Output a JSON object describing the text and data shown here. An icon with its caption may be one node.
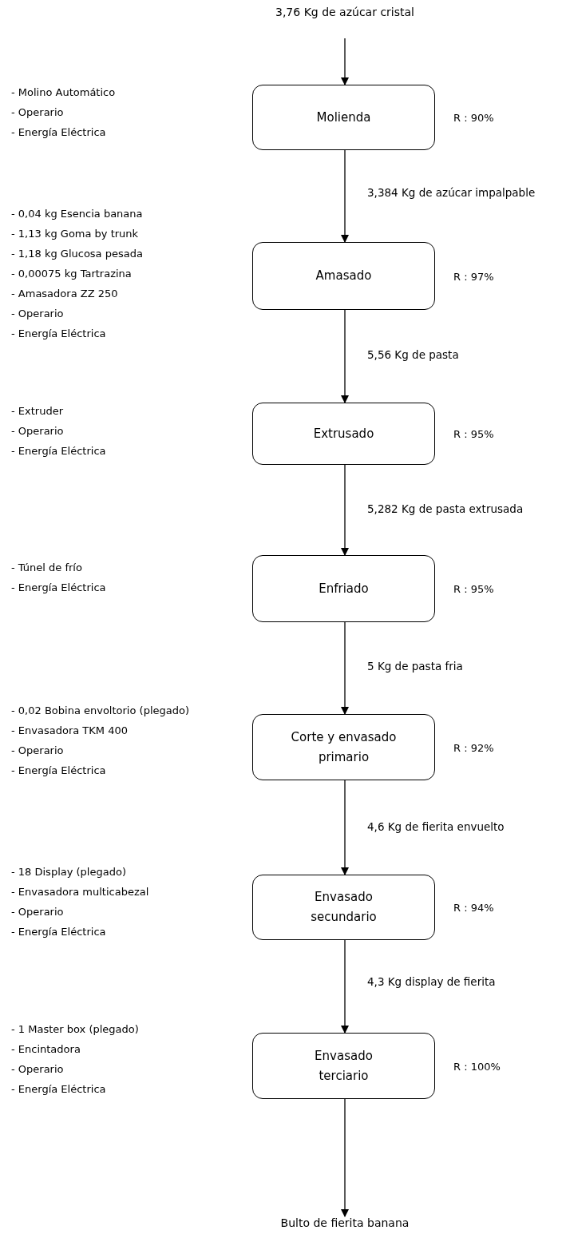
{
  "diagram": {
    "nodes": [
      {
        "text": [
          "3,76 Kg de azúcar cristal"
        ]
      },
      {
        "text": [
          "Molienda"
        ],
        "beside": [
          "- Molino Automático",
          "- Operario",
          "- Energía Eléctrica",
          "R : 90%"
        ]
      },
      {
        "text": [
          "Amasado"
        ],
        "beside": [
          "- 0,04 kg Esencia banana",
          "- 1,13 kg Goma by trunk",
          "- 1,18 kg Glucosa pesada",
          "- 0,00075 kg Tartrazina",
          "- Amasadora ZZ 250",
          "- Operario",
          "- Energía Eléctrica",
          "R : 97%"
        ]
      },
      {
        "text": [
          "Extrusado"
        ],
        "beside": [
          "- Extruder",
          "- Operario",
          "- Energía Eléctrica",
          "R : 95%"
        ]
      },
      {
        "text": [
          "Enfriado"
        ],
        "beside": [
          "- Túnel de frío",
          "- Energía Eléctrica",
          "R : 95%"
        ]
      },
      {
        "text": [
          "Corte y envasado primario"
        ],
        "beside": [
          "- 0,02 Bobina envoltorio (plegado)",
          "- Envasadora TKM 400",
          "- Operario",
          "- Energía Eléctrica",
          "R : 92%"
        ]
      },
      {
        "text": [
          "Envasado secundario"
        ],
        "beside": [
          "- 18 Display (plegado)",
          "- Envasadora multicabezal",
          "- Operario",
          "- Energía Eléctrica",
          "R : 94%"
        ]
      },
      {
        "text": [
          "Envasado terciario"
        ],
        "beside": [
          "- 1 Master box (plegado)",
          "- Encintadora",
          "- Operario",
          "- Energía Eléctrica",
          "R : 100%"
        ]
      },
      {
        "text": [
          "Bulto de fierita banana"
        ]
      }
    ],
    "edges": [
      {
        "from": 0,
        "to": 1,
        "arrow": "to"
      },
      {
        "from": 1,
        "to": 2,
        "arrow": "to",
        "label": "3,384 Kg de azúcar impalpable"
      },
      {
        "from": 2,
        "to": 3,
        "arrow": "to",
        "label": "5,56 Kg de pasta"
      },
      {
        "from": 3,
        "to": 4,
        "arrow": "to",
        "label": "5,282 Kg de pasta extrusada"
      },
      {
        "from": 4,
        "to": 5,
        "arrow": "to",
        "label": "5 Kg de pasta fria"
      },
      {
        "from": 5,
        "to": 6,
        "arrow": "to",
        "label": "4,6 Kg de fierita envuelto"
      },
      {
        "from": 6,
        "to": 7,
        "arrow": "to",
        "label": "4,3 Kg display de fierita"
      },
      {
        "from": 7,
        "to": 8,
        "arrow": "to"
      }
    ]
  }
}
